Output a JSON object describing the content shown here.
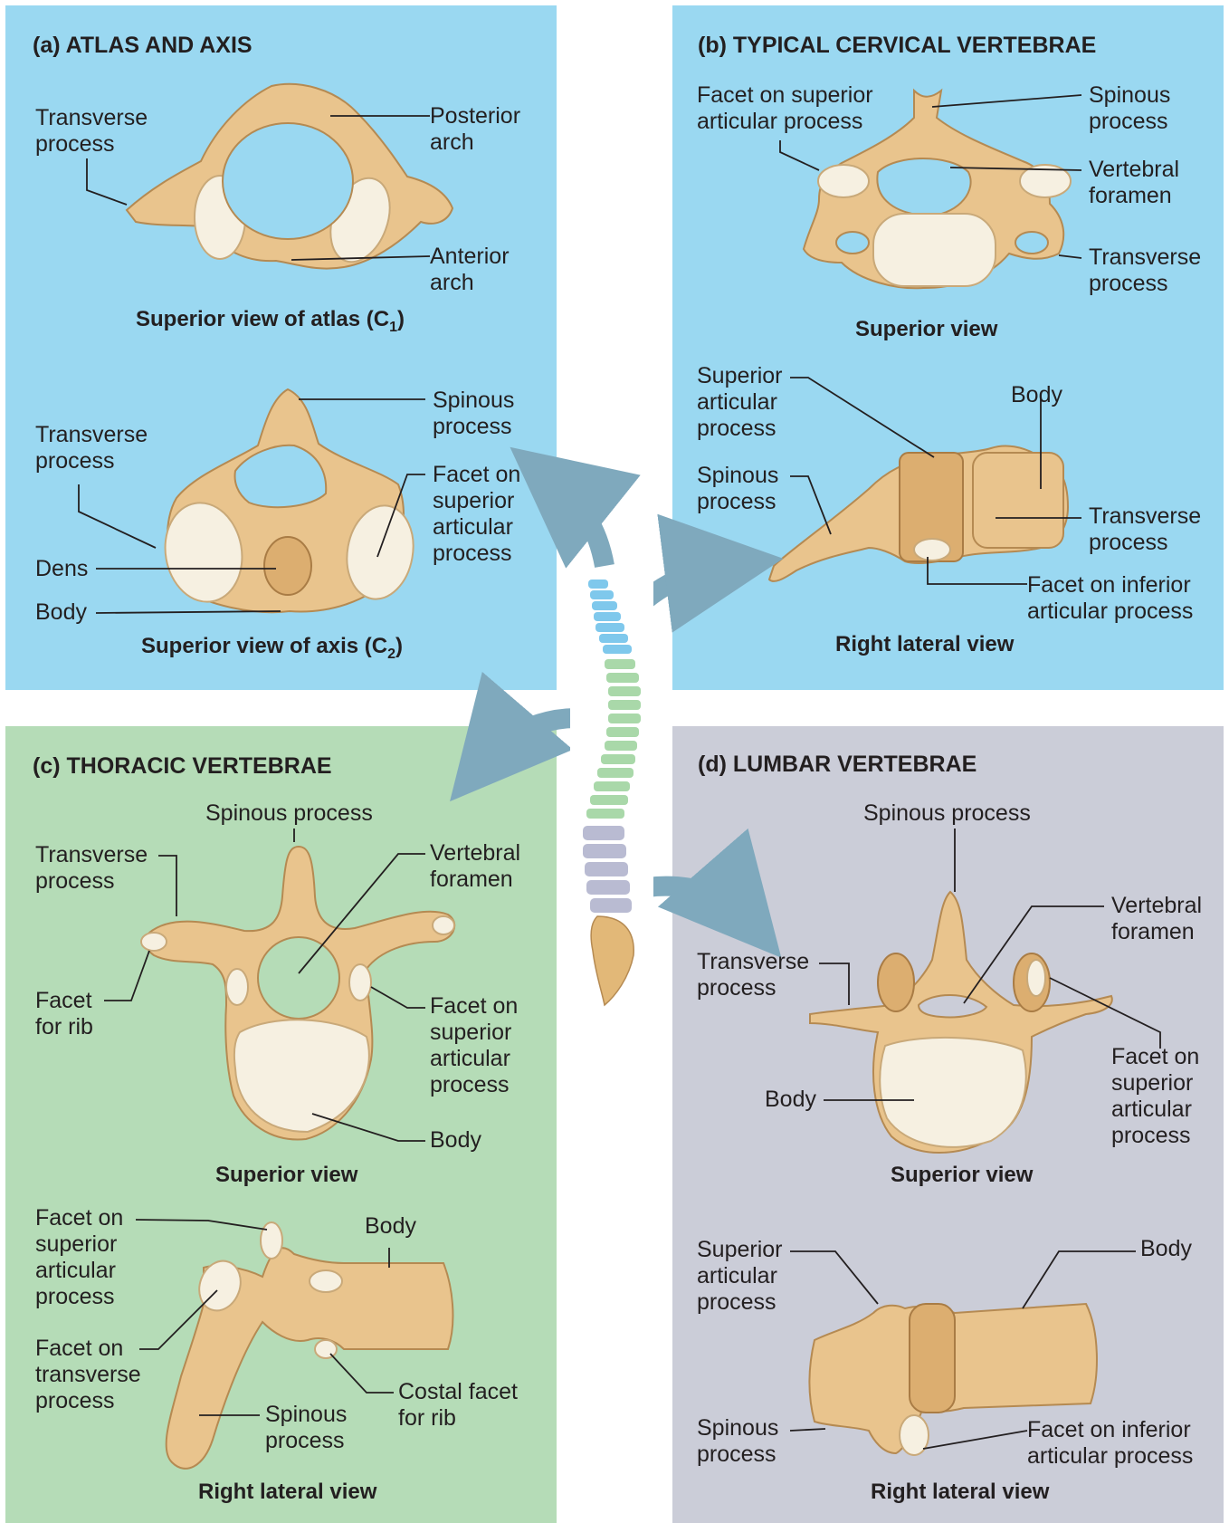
{
  "colors": {
    "panel_a": "#9ad8f1",
    "panel_b": "#9ad8f1",
    "panel_c": "#b5dcb7",
    "panel_d": "#cbcdd8",
    "arrow": "#7fa9bd",
    "bone": "#e9c48d",
    "facet": "#f6f0e1"
  },
  "panel_a": {
    "heading": "(a)  ATLAS AND AXIS",
    "atlas": {
      "caption_main": "Superior view of atlas (C",
      "caption_sub": "1",
      "caption_end": ")",
      "labels": {
        "transverse": "Transverse\nprocess",
        "posterior_arch": "Posterior\narch",
        "anterior_arch": "Anterior\narch"
      }
    },
    "axis": {
      "caption_main": "Superior view of axis (C",
      "caption_sub": "2",
      "caption_end": ")",
      "labels": {
        "spinous": "Spinous\nprocess",
        "transverse": "Transverse\nprocess",
        "facet": "Facet on\nsuperior\narticular\nprocess",
        "dens": "Dens",
        "body": "Body"
      }
    }
  },
  "panel_b": {
    "heading": "(b)  TYPICAL CERVICAL VERTEBRAE",
    "superior": {
      "caption": "Superior view",
      "labels": {
        "facet": "Facet on superior\narticular process",
        "spinous": "Spinous\nprocess",
        "foramen": "Vertebral\nforamen",
        "transverse": "Transverse\nprocess"
      }
    },
    "lateral": {
      "caption": "Right lateral view",
      "labels": {
        "superior_articular": "Superior\narticular\nprocess",
        "body": "Body",
        "spinous": "Spinous\nprocess",
        "transverse": "Transverse\nprocess",
        "inferior_facet": "Facet on inferior\narticular process"
      }
    }
  },
  "panel_c": {
    "heading": "(c)  THORACIC VERTEBRAE",
    "superior": {
      "caption": "Superior view",
      "labels": {
        "spinous": "Spinous process",
        "transverse": "Transverse\nprocess",
        "foramen": "Vertebral\nforamen",
        "facet_rib": "Facet\nfor rib",
        "facet_superior": "Facet on\nsuperior\narticular\nprocess",
        "body": "Body"
      }
    },
    "lateral": {
      "caption": "Right lateral view",
      "labels": {
        "facet_superior": "Facet on\nsuperior\narticular\nprocess",
        "body": "Body",
        "facet_transverse": "Facet on\ntransverse\nprocess",
        "costal": "Costal facet\nfor rib",
        "spinous": "Spinous\nprocess"
      }
    }
  },
  "panel_d": {
    "heading": "(d)  LUMBAR VERTEBRAE",
    "superior": {
      "caption": "Superior view",
      "labels": {
        "spinous": "Spinous process",
        "foramen": "Vertebral\nforamen",
        "transverse": "Transverse\nprocess",
        "facet": "Facet on\nsuperior\narticular\nprocess",
        "body": "Body"
      }
    },
    "lateral": {
      "caption": "Right lateral view",
      "labels": {
        "superior_articular": "Superior\narticular\nprocess",
        "body": "Body",
        "spinous": "Spinous\nprocess",
        "inferior_facet": "Facet on inferior\narticular process"
      }
    }
  }
}
